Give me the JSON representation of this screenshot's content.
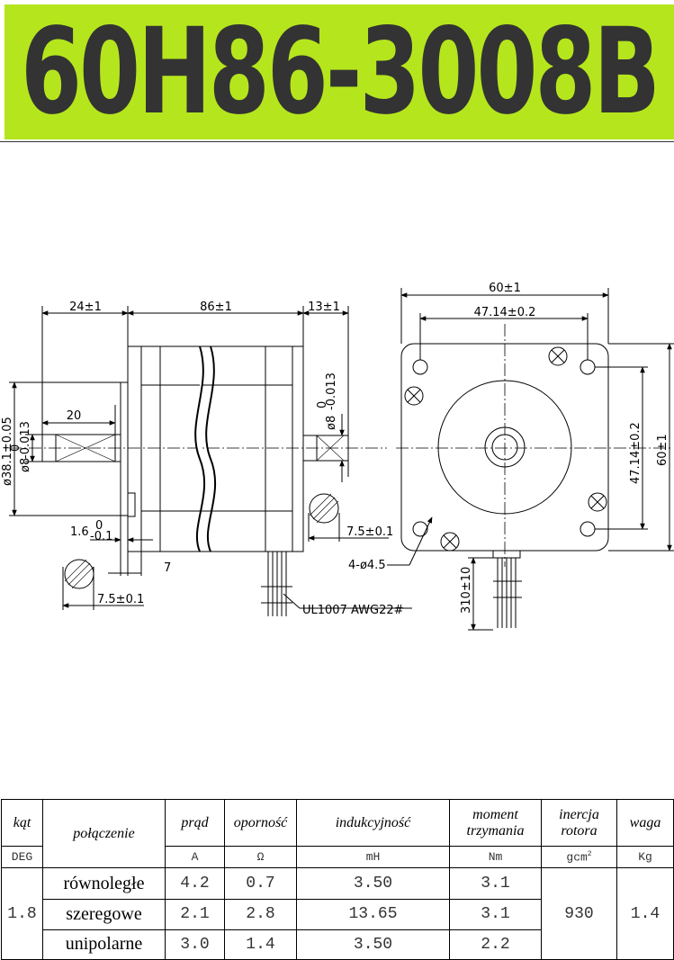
{
  "banner": {
    "title": "60H86-3008B",
    "bg_color": "#b5e61d",
    "text_color": "#333333"
  },
  "drawing": {
    "side": {
      "dim_shaft_length": "24±1",
      "dim_body_length": "86±1",
      "dim_rear_shaft": "13±1",
      "dim_key": "20",
      "dim_flange_dia": "ø38.1±0.05",
      "dim_shaft_dia": "ø8",
      "dim_rear_dia": "ø8",
      "tol_zero": "0",
      "tol_minus": "-0.013",
      "dim_boss_nom": "1.6",
      "boss_tol_zero": "0",
      "boss_tol_minus": "-0.1",
      "dim_flange_thick": "7",
      "dim_flat_front": "7.5±0.1",
      "dim_flat_rear": "7.5±0.1",
      "wire_label": "UL1007  AWG22#"
    },
    "front": {
      "dim_width": "60±1",
      "dim_hole_spacing_h": "47.14±0.2",
      "dim_hole_spacing_v": "47.14±0.2",
      "dim_height": "60±1",
      "dim_holes": "4-ø4.5",
      "dim_lead": "310±10"
    }
  },
  "table": {
    "headers": {
      "angle": "kąt",
      "connection": "połączenie",
      "current": "prąd",
      "resistance": "oporność",
      "inductance": "indukcyjność",
      "torque_line1": "moment",
      "torque_line2": "trzymania",
      "inertia_line1": "inercja",
      "inertia_line2": "rotora",
      "weight": "waga"
    },
    "units": {
      "angle": "DEG",
      "current": "A",
      "resistance": "Ω",
      "inductance": "mH",
      "torque": "Nm",
      "inertia": "gcm",
      "inertia_sup": "2",
      "weight": "Kg"
    },
    "angle": "1.8",
    "inertia": "930",
    "weight": "1.4",
    "rows": [
      {
        "connection": "równoległe",
        "current": "4.2",
        "resistance": "0.7",
        "inductance": "3.50",
        "torque": "3.1"
      },
      {
        "connection": "szeregowe",
        "current": "2.1",
        "resistance": "2.8",
        "inductance": "13.65",
        "torque": "3.1"
      },
      {
        "connection": "unipolarne",
        "current": "3.0",
        "resistance": "1.4",
        "inductance": "3.50",
        "torque": "2.2"
      }
    ]
  }
}
